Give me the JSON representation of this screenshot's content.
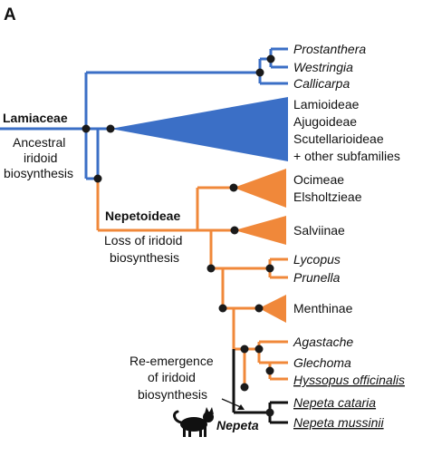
{
  "panel_letter": "A",
  "colors": {
    "blue": "#3b6fc6",
    "orange": "#f0883a",
    "black": "#111111",
    "node": "#1a1a1a"
  },
  "nodes": {
    "lamiaceae": {
      "title": "Lamiaceae",
      "note_lines": [
        "Ancestral",
        "iridoid",
        "biosynthesis"
      ]
    },
    "nepetoideae": {
      "title": "Nepetoideae",
      "note_lines": [
        "Loss of iridoid",
        "biosynthesis"
      ]
    },
    "reemergence": {
      "note_lines": [
        "Re-emergence",
        "of iridoid",
        "biosynthesis"
      ]
    },
    "nepeta": {
      "title": "Nepeta",
      "icon": "cat-icon"
    }
  },
  "taxa": {
    "prostanthera": "Prostanthera",
    "westringia": "Westringia",
    "callicarpa": "Callicarpa",
    "subfamilies": [
      "Lamioideae",
      "Ajugoideae",
      "Scutellarioideae",
      "+ other subfamilies"
    ],
    "ocimeae": "Ocimeae",
    "elsholtzieae": "Elsholtzieae",
    "salviinae": "Salviinae",
    "lycopus": "Lycopus",
    "prunella": "Prunella",
    "menthinae": "Menthinae",
    "agastache": "Agastache",
    "glechoma": "Glechoma",
    "hyssopus": "Hyssopus officinalis",
    "nepeta_cataria": "Nepeta cataria",
    "nepeta_mussinii": "Nepeta mussinii"
  }
}
